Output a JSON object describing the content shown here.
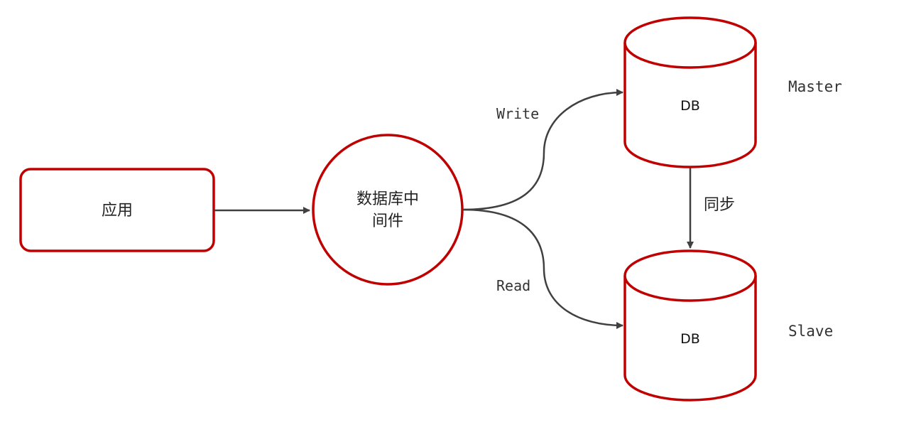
{
  "colors": {
    "shape_stroke": "#c00000",
    "edge": "#404040"
  },
  "nodes": {
    "app": {
      "label": "应用"
    },
    "middleware": {
      "label_line1": "数据库中",
      "label_line2": "间件"
    },
    "master_db": {
      "label": "DB",
      "role": "Master"
    },
    "slave_db": {
      "label": "DB",
      "role": "Slave"
    }
  },
  "edges": {
    "write": "Write",
    "read": "Read",
    "sync": "同步"
  }
}
